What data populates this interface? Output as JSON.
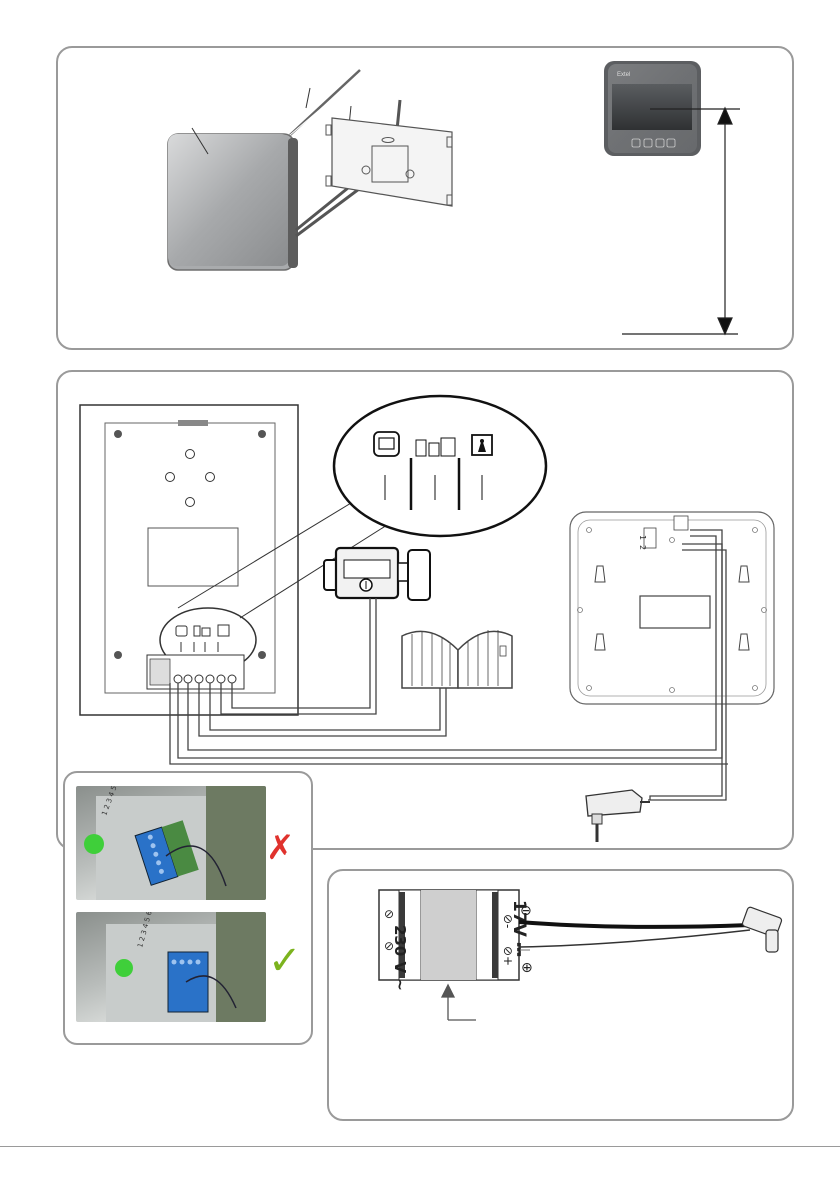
{
  "brand": {
    "logo_text": "Extel"
  },
  "transformer": {
    "input_label": "230 V ~",
    "output_label": "17V ⎓",
    "minus_symbol": "⊖",
    "plus_symbol": "⊕",
    "terminal_minus": "⊘-",
    "terminal_plus": "⊘+"
  },
  "terminal_numbers": "1 2 3 4 5 6",
  "monitor_terminal_numbers": [
    "1",
    "2"
  ],
  "status": {
    "wrong": "✗",
    "right": "✓"
  },
  "colors": {
    "panel_border": "#9a9a9a",
    "wrong_mark": "#e0322d",
    "right_mark": "#7cb31e",
    "terminal_blue": "#2a72c8",
    "led_green": "#3fcf3a"
  },
  "icons": [
    "camera-icon",
    "gate-icon",
    "door-icon",
    "electric-lock-icon",
    "plug-adapter-icon"
  ]
}
